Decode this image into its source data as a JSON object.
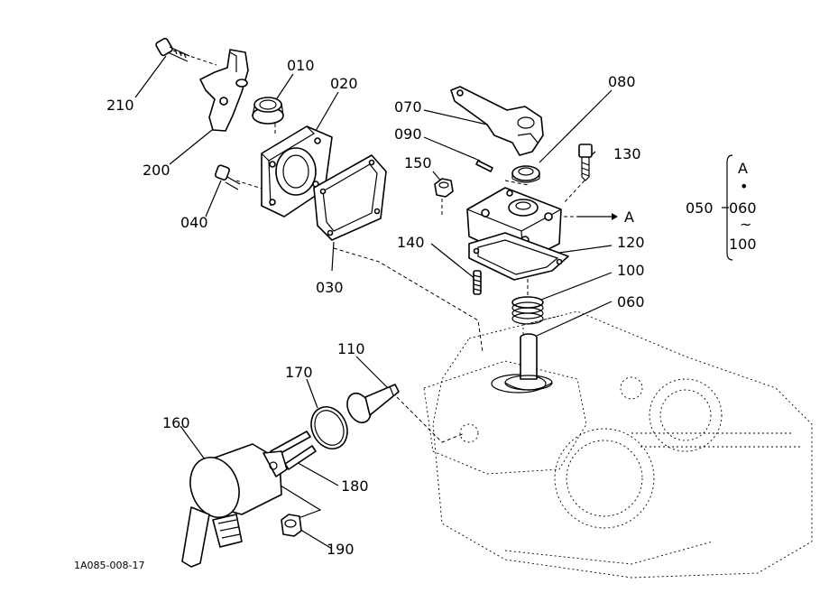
{
  "callouts": {
    "p010": "010",
    "p020": "020",
    "p030": "030",
    "p040": "040",
    "p060": "060",
    "p070": "070",
    "p080": "080",
    "p090": "090",
    "p100": "100",
    "p110": "110",
    "p120": "120",
    "p130": "130",
    "p140": "140",
    "p150": "150",
    "p160": "160",
    "p170": "170",
    "p180": "180",
    "p190": "190",
    "p200": "200",
    "p210": "210",
    "arrow_ref": "A"
  },
  "assembly_key": {
    "group": "050",
    "ref": "A",
    "bullet": "•",
    "start": "060",
    "range_symbol": "~",
    "end": "100"
  },
  "drawing_code": "1A085-008-17"
}
